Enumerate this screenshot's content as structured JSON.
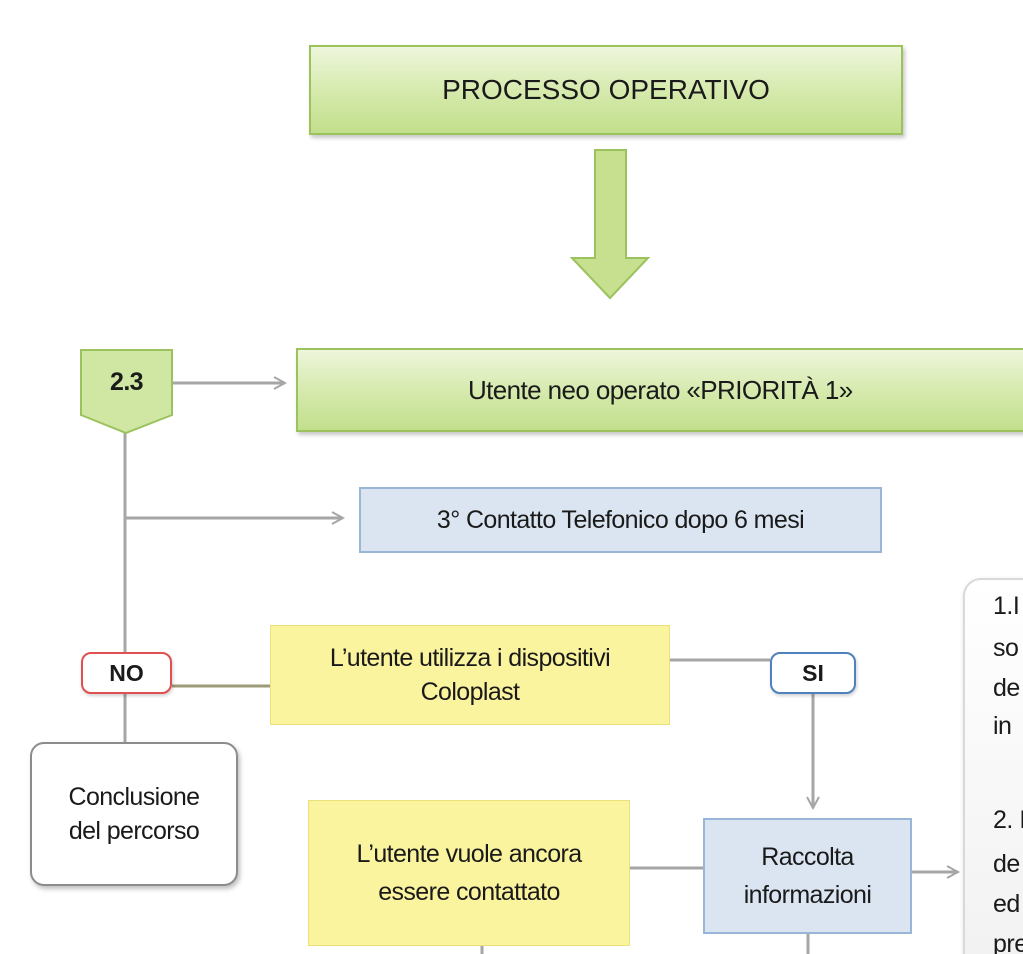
{
  "title": "PROCESSO OPERATIVO",
  "step_badge": "2.3",
  "header_node": "Utente neo operato «PRIORITÀ 1»",
  "contact_node": "3° Contatto Telefonico dopo 6 mesi",
  "decision_devices": {
    "line1": "L’utente utilizza i dispositivi",
    "line2": "Coloplast"
  },
  "answer_no": "NO",
  "answer_yes": "SI",
  "end_node": {
    "line1": "Conclusione",
    "line2": "del percorso"
  },
  "decision_contact": {
    "line1": "L’utente vuole ancora",
    "line2": "essere contattato"
  },
  "collect_node": {
    "line1": "Raccolta",
    "line2": "informazioni"
  },
  "side_panel": {
    "lines": [
      "1.I",
      "so",
      "de",
      "in",
      "",
      "2. I",
      "de",
      "ed",
      "pre"
    ]
  },
  "colors": {
    "green_fill": "#d4e9aa",
    "green_border": "#9bc25c",
    "blue_fill": "#dbe5f1",
    "blue_border": "#9ab6d6",
    "yellow_fill": "#fbf49f",
    "no_border": "#e05050",
    "si_border": "#4f81bd",
    "connector": "#a6a6a6"
  }
}
